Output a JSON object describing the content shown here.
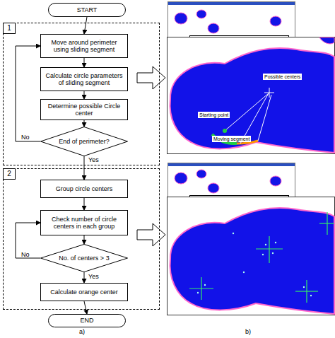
{
  "diagram": {
    "nodes": [
      {
        "text": [
          "START"
        ]
      },
      {
        "text": [
          "1"
        ]
      },
      {
        "text": [
          "Move around perimeter using sliding segment"
        ],
        "in": 1
      },
      {
        "text": [
          "Calculate circle parameters of sliding segment"
        ],
        "in": 1
      },
      {
        "text": [
          "Determine possible Circle center"
        ],
        "in": 1
      },
      {
        "text": [
          "End of perimeter?"
        ],
        "in": 1
      },
      {
        "text": [
          "2"
        ]
      },
      {
        "text": [
          "Group circle centers"
        ],
        "in": 6
      },
      {
        "text": [
          "Check number of circle centers in each group"
        ],
        "in": 6
      },
      {
        "text": [
          "No. of centers > 3"
        ],
        "in": 6
      },
      {
        "text": [
          "Calculate orange center"
        ],
        "in": 6
      },
      {
        "text": [
          "END"
        ]
      }
    ],
    "edges": [
      {
        "from": 0,
        "to": 2,
        "arrow": "to"
      },
      {
        "from": 2,
        "to": 3,
        "arrow": "to"
      },
      {
        "from": 3,
        "to": 4,
        "arrow": "to"
      },
      {
        "from": 4,
        "to": 5,
        "arrow": "to"
      },
      {
        "from": 5,
        "to": 2,
        "label": "No",
        "arrow": "to"
      },
      {
        "from": 5,
        "to": 7,
        "label": "Yes",
        "arrow": "to"
      },
      {
        "from": 7,
        "to": 8,
        "arrow": "to"
      },
      {
        "from": 8,
        "to": 9,
        "arrow": "to"
      },
      {
        "from": 9,
        "to": 8,
        "label": "No",
        "arrow": "to"
      },
      {
        "from": 9,
        "to": 10,
        "label": "Yes",
        "arrow": "to"
      },
      {
        "from": 10,
        "to": 11,
        "arrow": "to"
      }
    ],
    "labels": [
      "Possible centers",
      "Starting point",
      "Moving segment",
      "a)",
      "b)"
    ]
  }
}
